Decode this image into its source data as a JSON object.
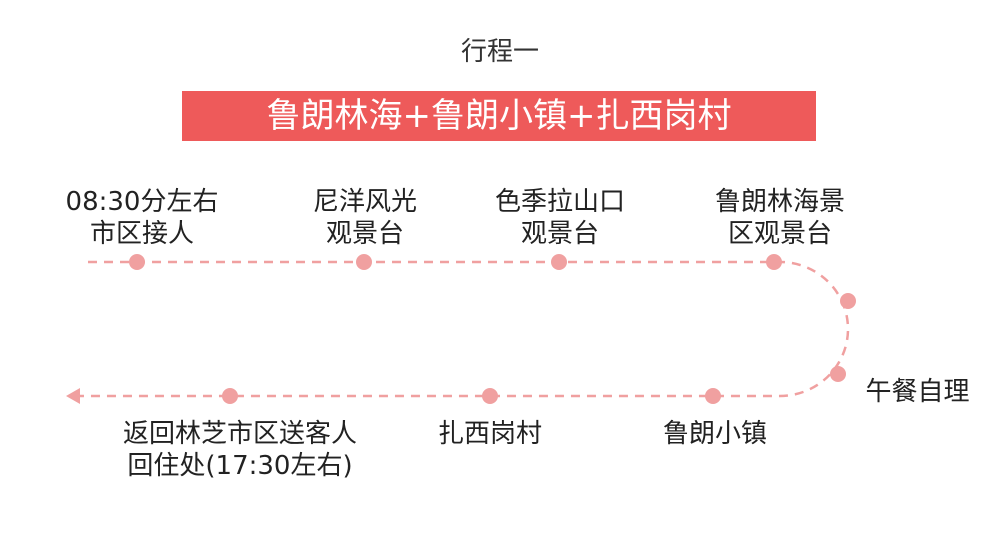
{
  "subtitle": "行程一",
  "banner": "鲁朗林海+鲁朗小镇+扎西岗村",
  "colors": {
    "line": "#f0a0a0",
    "banner": "#ee5a5a"
  },
  "stops": [
    {
      "l1": "08:30分左右",
      "l2": "市区接人"
    },
    {
      "l1": "尼洋风光",
      "l2": "观景台"
    },
    {
      "l1": "色季拉山口",
      "l2": "观景台"
    },
    {
      "l1": "鲁朗林海景",
      "l2": "区观景台"
    },
    {
      "l1": "午餐自理",
      "l2": ""
    },
    {
      "l1": "鲁朗小镇",
      "l2": ""
    },
    {
      "l1": "扎西岗村",
      "l2": ""
    },
    {
      "l1": "返回林芝市区送客人",
      "l2": "回住处(17:30左右)"
    }
  ]
}
